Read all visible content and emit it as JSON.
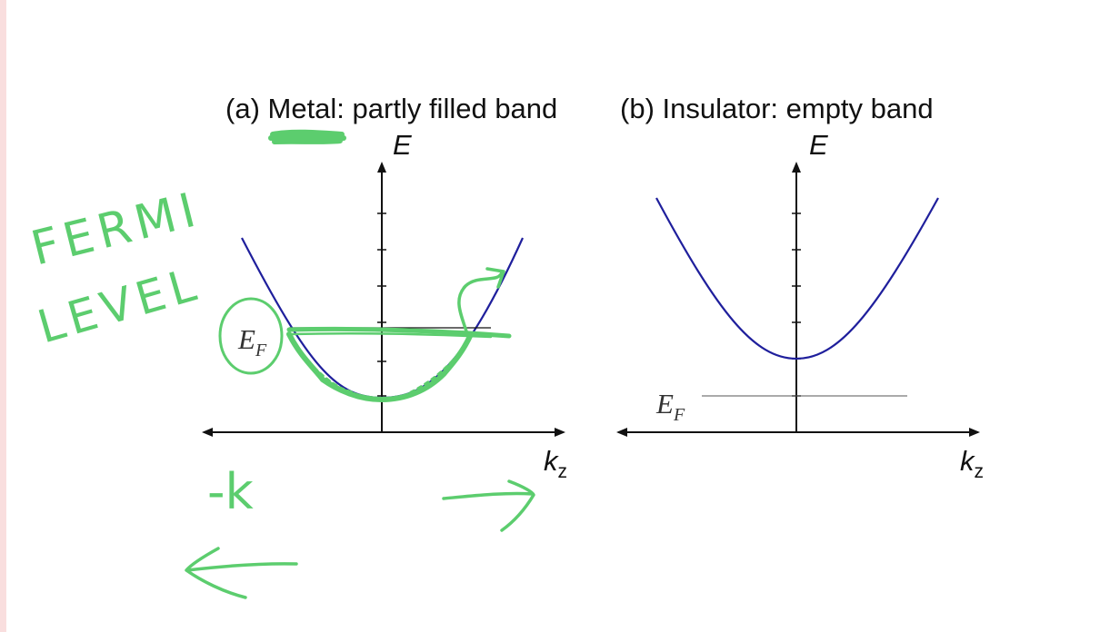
{
  "panel_a": {
    "title": "(a) Metal: partly filled band",
    "y_axis_label": "E",
    "x_axis_label": "k",
    "x_axis_subscript": "z",
    "fermi_label": "E",
    "fermi_subscript": "F"
  },
  "panel_b": {
    "title": "(b) Insulator: empty band",
    "y_axis_label": "E",
    "x_axis_label": "k",
    "x_axis_subscript": "z",
    "fermi_label": "E",
    "fermi_subscript": "F"
  },
  "annotations": {
    "line1": "FERMI",
    "line2": "LEVEL",
    "minus_k": "-k"
  },
  "colors": {
    "band": "#1f1f9c",
    "axis": "#111111",
    "ink": "#5ccd6e",
    "edge": "#f9dede"
  }
}
